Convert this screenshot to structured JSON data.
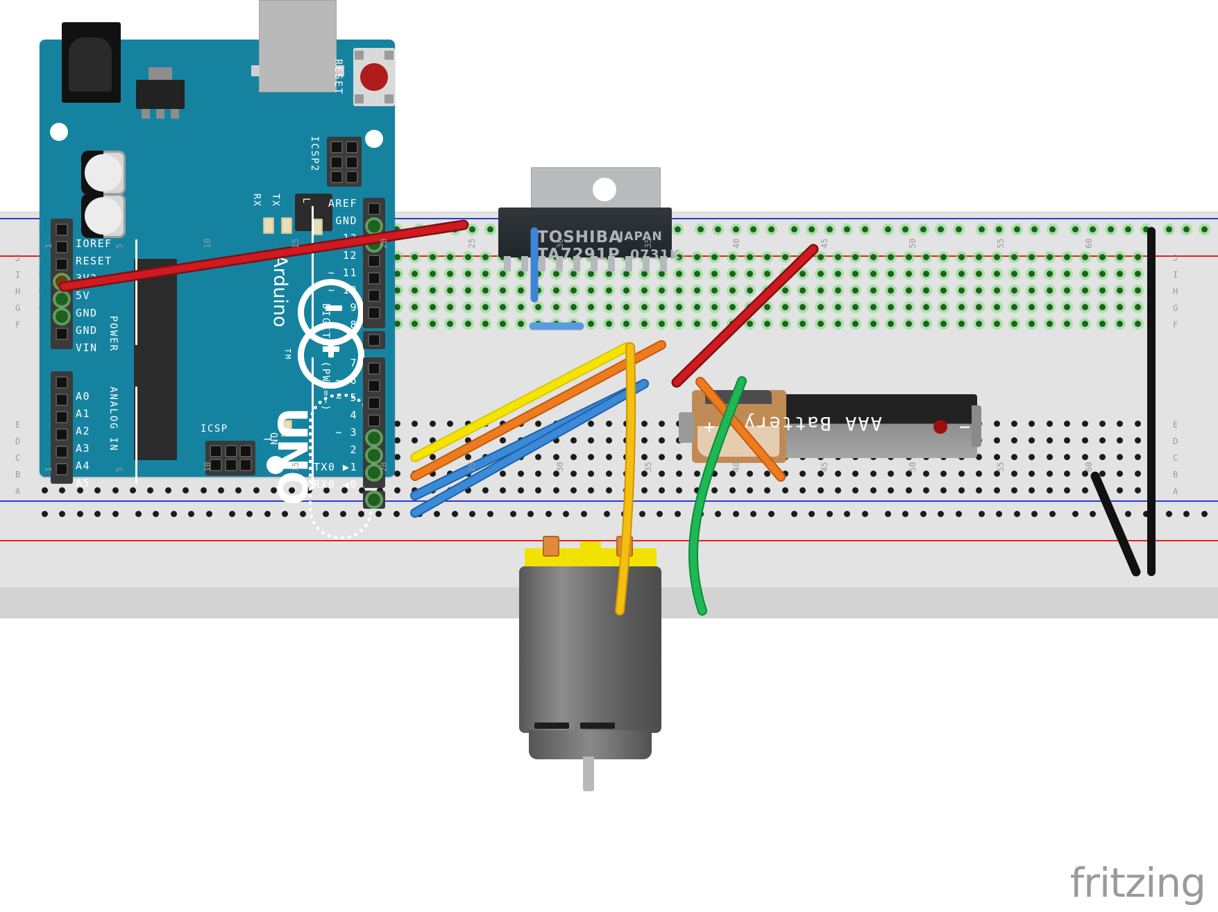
{
  "app": {
    "watermark": "fritzing"
  },
  "arduino": {
    "board_name": "UNO",
    "brand": "Arduino",
    "trademark": "TM",
    "reset_label": "RESET",
    "icsp2_label": "ICSP2",
    "icsp_label": "ICSP",
    "led_tx": "TX",
    "led_rx": "RX",
    "led_l": "L",
    "led_on": "ON",
    "power_group": "POWER",
    "analog_group": "ANALOG IN",
    "digital_group": "DIGITAL (PWM=~)",
    "power_pins": [
      "IOREF",
      "RESET",
      "3V3",
      "5V",
      "GND",
      "GND",
      "VIN"
    ],
    "analog_pins": [
      "A0",
      "A1",
      "A2",
      "A3",
      "A4",
      "A5"
    ],
    "digital_pins_top": [
      "AREF",
      "GND",
      "13",
      "12",
      "~ 11",
      "~ 10",
      "~ 9",
      "8"
    ],
    "digital_pins_bottom": [
      "7",
      "~ 6",
      "~ 5",
      "4",
      "~ 3",
      "2",
      "TX0 ▶1",
      "RX0 ◀0"
    ],
    "board_color": "#1583a0"
  },
  "ic": {
    "manufacturer": "TOSHIBA",
    "country": "JAPAN",
    "part_number": "TA7291P",
    "date_code": "0731K",
    "pin_count": 10
  },
  "battery": {
    "label": "AAA Battery",
    "plus": "+",
    "minus": "−"
  },
  "motor": {
    "type": "dc-motor"
  },
  "breadboard": {
    "column_numbers": [
      "1",
      "5",
      "10",
      "15",
      "20",
      "25",
      "30",
      "35",
      "40",
      "45",
      "50",
      "55",
      "60"
    ],
    "row_letters_top": [
      "J",
      "I",
      "H",
      "G",
      "F"
    ],
    "row_letters_bottom": [
      "E",
      "D",
      "C",
      "B",
      "A"
    ],
    "rail_positive_color": "#e02020",
    "rail_negative_color": "#2b3bd0"
  },
  "wires": [
    {
      "name": "red-5v-to-pin13",
      "color": "#c3161c",
      "from": "arduino-5v",
      "to": "breadboard-row"
    },
    {
      "name": "blue-short-rail",
      "color": "#3d85d8",
      "from": "ic-pin1",
      "to": "negative-rail"
    },
    {
      "name": "blue-jumper-ic",
      "color": "#3d85d8",
      "from": "ic-area",
      "to": "breadboard"
    },
    {
      "name": "yellow-pin3",
      "color": "#f2e200",
      "from": "arduino-pin3",
      "to": "ic-input"
    },
    {
      "name": "orange-pin2",
      "color": "#e8761b",
      "from": "arduino-pin2",
      "to": "ic-input"
    },
    {
      "name": "blue-pin1",
      "color": "#2f7fd0",
      "from": "arduino-tx0-pin1",
      "to": "ic-input"
    },
    {
      "name": "blue-pin0",
      "color": "#2f7fd0",
      "from": "arduino-rx0-pin0",
      "to": "ic-input"
    },
    {
      "name": "red-power-ic",
      "color": "#c3161c",
      "from": "ic-vcc",
      "to": "breadboard-upper"
    },
    {
      "name": "orange-battery-plus",
      "color": "#e8761b",
      "from": "battery-plus",
      "to": "ic-area"
    },
    {
      "name": "green-motor-right",
      "color": "#16a84a",
      "from": "ic-output",
      "to": "motor-terminal-2"
    },
    {
      "name": "yellow-motor-left",
      "color": "#f2b500",
      "from": "ic-output",
      "to": "motor-terminal-1"
    },
    {
      "name": "black-battery-minus",
      "color": "#1a1a1a",
      "from": "battery-minus",
      "to": "negative-rail"
    },
    {
      "name": "black-rail-jumper",
      "color": "#1a1a1a",
      "from": "negative-rail-top",
      "to": "negative-rail-bottom"
    }
  ]
}
